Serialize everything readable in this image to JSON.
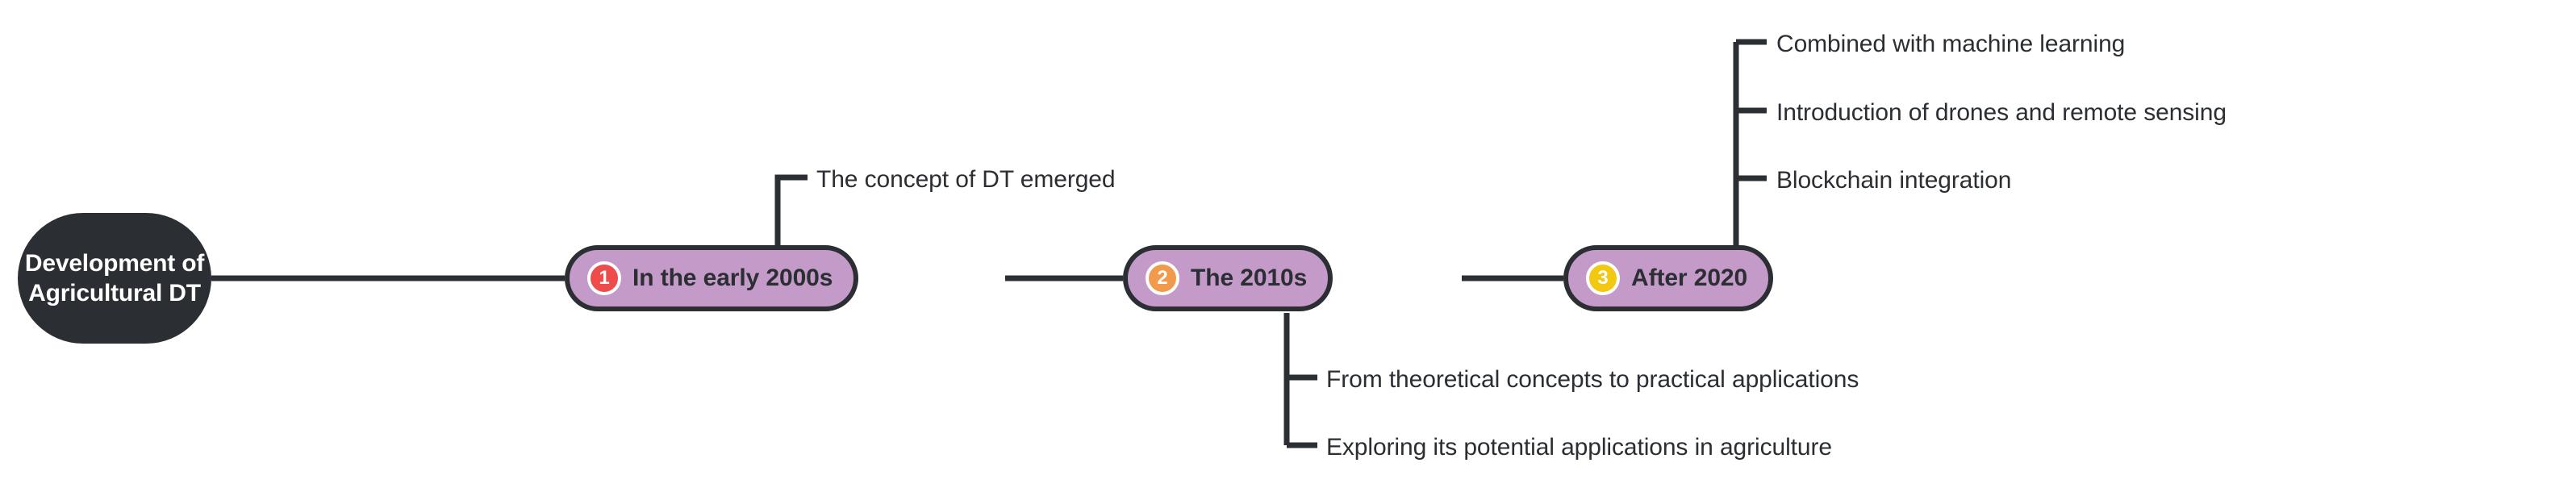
{
  "diagram": {
    "type": "mindmap-timeline",
    "root": {
      "label_line1": "Development of",
      "label_line2": "Agricultural DT",
      "fill_color": "#2b2f33",
      "text_color": "#ffffff"
    },
    "branch_fill_color": "#c49ac8",
    "branch_stroke_color": "#2b2f33",
    "text_color": "#2b2f33",
    "branches": [
      {
        "number": "1",
        "label": "In the early 2000s",
        "badge_color": "#ee4b4b",
        "leaves": [
          "The concept of DT emerged"
        ]
      },
      {
        "number": "2",
        "label": "The 2010s",
        "badge_color": "#f29a4c",
        "leaves": [
          "From theoretical concepts to practical applications",
          "Exploring its potential applications in agriculture"
        ]
      },
      {
        "number": "3",
        "label": "After 2020",
        "badge_color": "#f2c811",
        "leaves": [
          "Combined with machine learning",
          "Introduction of drones and remote sensing",
          "Blockchain integration"
        ]
      }
    ]
  }
}
